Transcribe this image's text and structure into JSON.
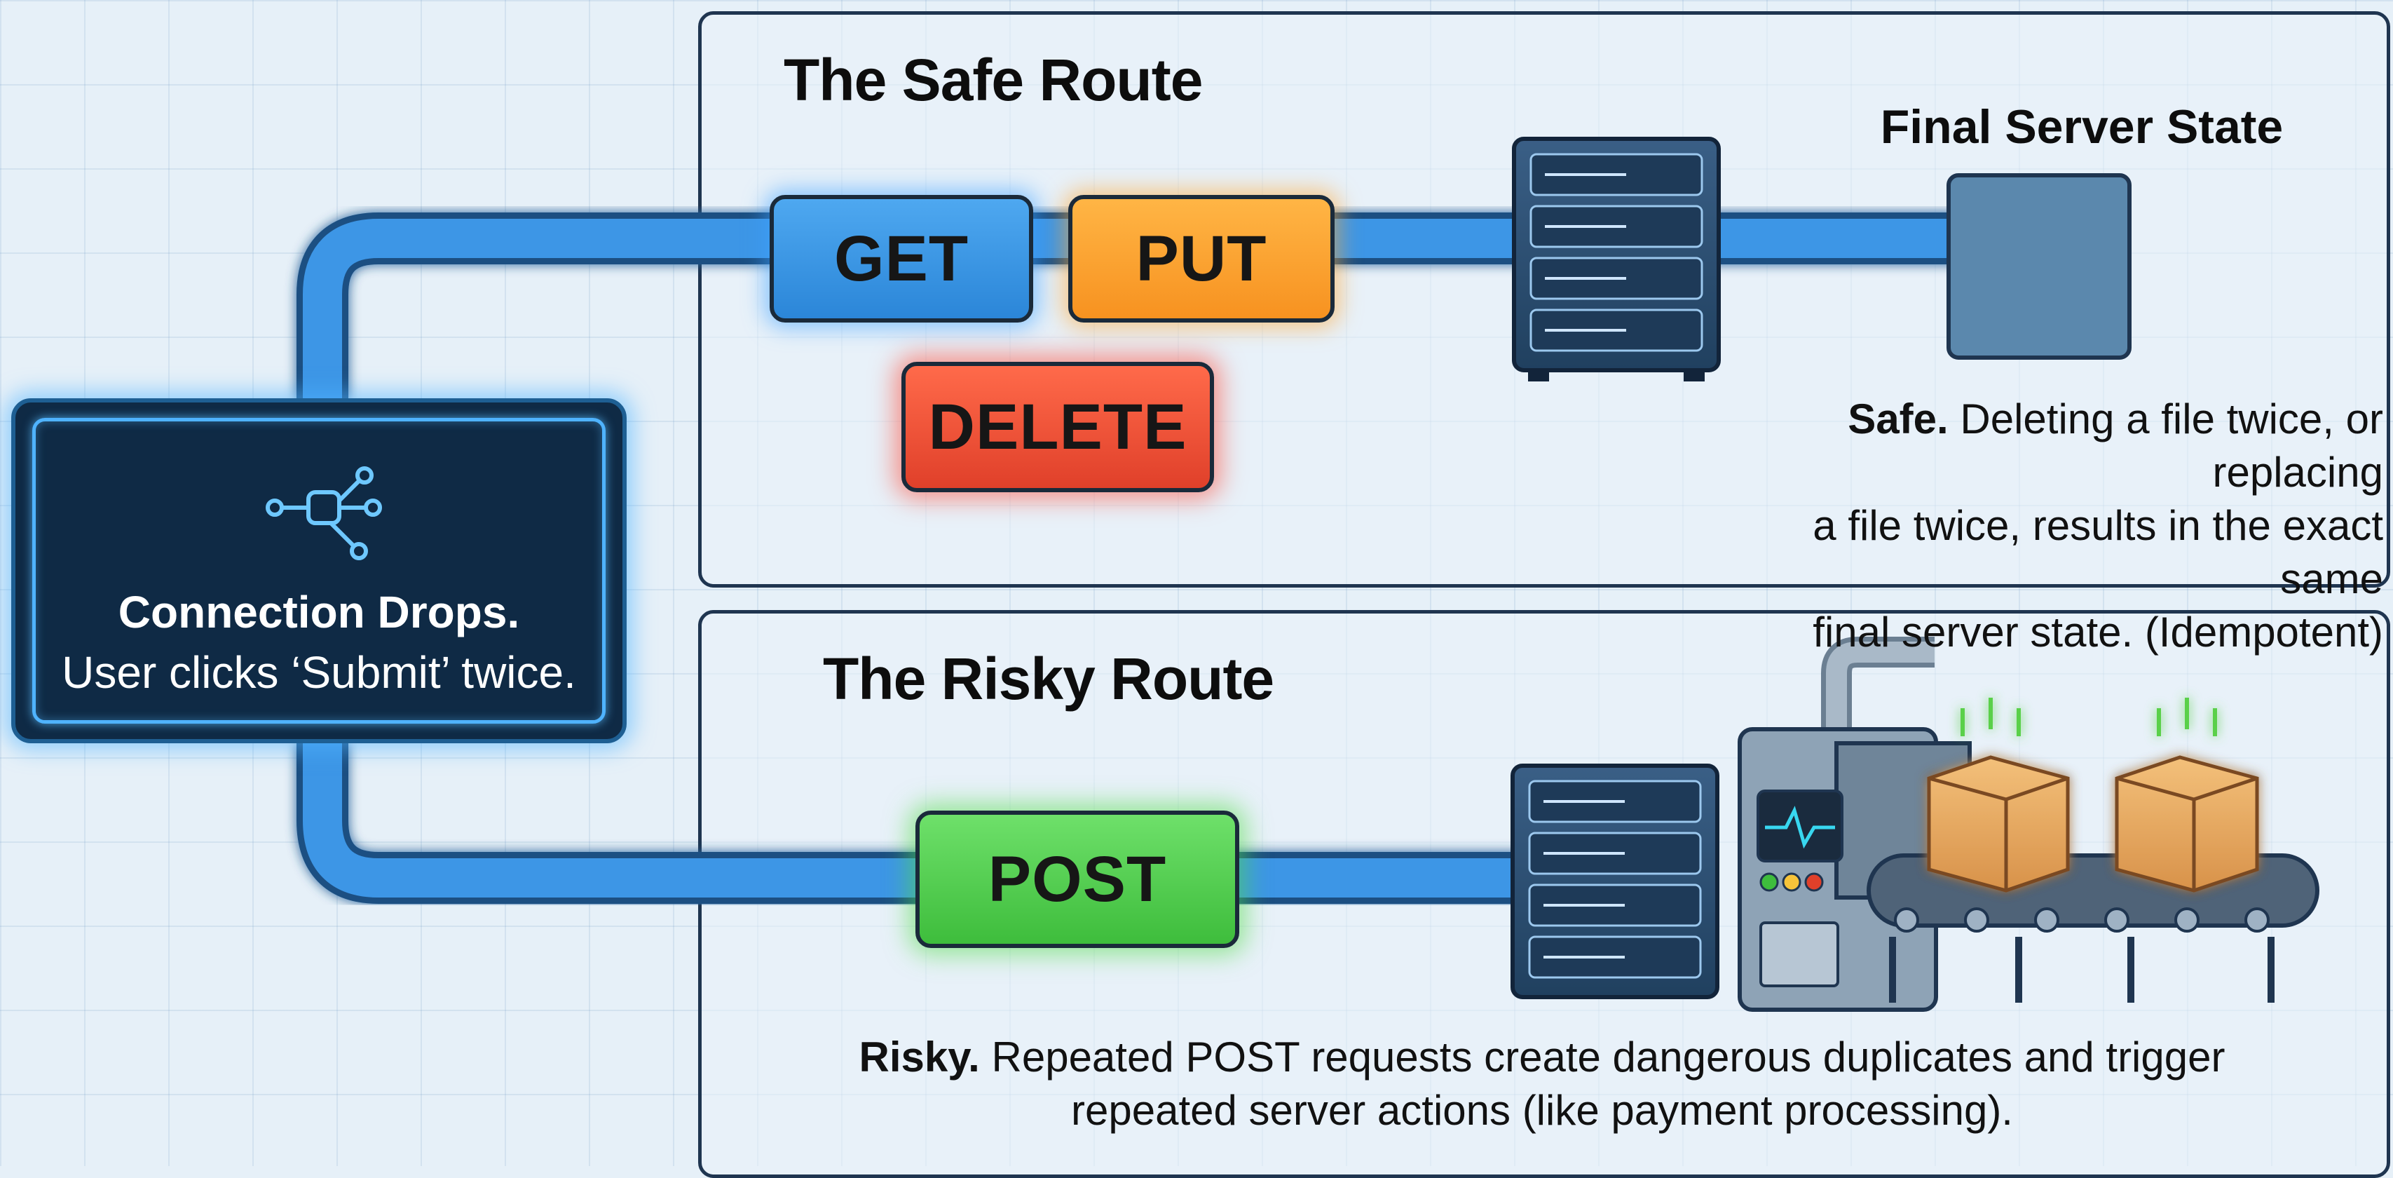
{
  "safe_route": {
    "title": "The Safe Route",
    "methods": {
      "get": "GET",
      "put": "PUT",
      "delete": "DELETE"
    },
    "final_state_label": "Final Server State",
    "caption_lead": "Safe.",
    "caption_line1": " Deleting a file twice, or replacing",
    "caption_line2": "a file twice, results in the exact same",
    "caption_line3": "final server state. (Idempotent)"
  },
  "risky_route": {
    "title": "The Risky Route",
    "methods": {
      "post": "POST"
    },
    "caption_lead": "Risky.",
    "caption_line1": " Repeated POST requests create dangerous duplicates and trigger",
    "caption_line2": "repeated server actions (like payment processing)."
  },
  "connection": {
    "title": "Connection Drops.",
    "subtitle": "User clicks ‘Submit’ twice."
  },
  "colors": {
    "get": "#2b86d8",
    "put": "#f79220",
    "delete": "#e0402a",
    "post": "#3ebd3c",
    "pipe": "#3a8fe0",
    "panel_border": "#1f3550",
    "final_state": "#5b88ad"
  },
  "icons": [
    "network-hub-icon",
    "server-rack-icon",
    "factory-machine-icon",
    "package-box-icon",
    "conveyor-belt-icon"
  ]
}
